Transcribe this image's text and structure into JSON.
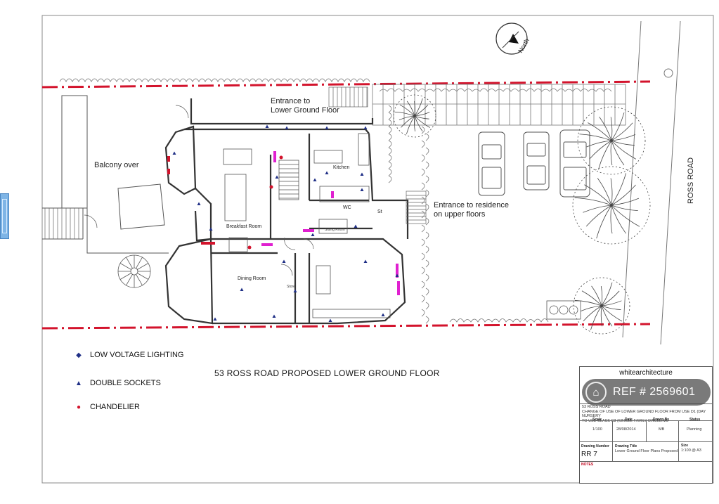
{
  "colors": {
    "boundary": "#d3132c",
    "wall": "#444444",
    "outline": "#777777",
    "socket": "#1f2f86",
    "chandelier": "#d3132c",
    "radiator": "#e020d0",
    "badge_bg": "#464646",
    "side_tab": "#7fb5e6"
  },
  "compass": {
    "label": "North",
    "icon": "north-arrow-icon"
  },
  "plan_labels": {
    "entrance_lower": "Entrance to\nLower Ground Floor",
    "balcony": "Balcony over",
    "kitchen": "Kitchen",
    "entrance_residence": "Entrance to residence\non upper floors",
    "wc": "WC",
    "store": "St",
    "breakfast_room": "Breakfast Room",
    "dining_room": "Dining Room",
    "sitting_room": "Sitting Room",
    "store2": "Store",
    "ross_road": "ROSS ROAD"
  },
  "legend": [
    {
      "label": "LOW VOLTAGE LIGHTING",
      "icon": "diamond-icon",
      "color": "#1f2f86"
    },
    {
      "label": "DOUBLE SOCKETS",
      "icon": "triangle-icon",
      "color": "#1f2f86"
    },
    {
      "label": "CHANDELIER",
      "icon": "dot-icon",
      "color": "#d3132c"
    }
  ],
  "drawing_title": "53  ROSS ROAD  PROPOSED LOWER GROUND FLOOR",
  "title_block": {
    "firm": "whitearchitecture",
    "description": "53 ROSS ROAD\nCHANGE OF USE OF LOWER GROUND FLOOR FROM USE D1 (DAY NURSERY\nTO USE CLASS C3 (SINGLE FAMILY DWELLING",
    "scale_label": "Scale",
    "scale_value": "1/100",
    "date_label": "Date",
    "date_value": "28/08/2014",
    "drawn_label": "Drawn By",
    "drawn_value": "MB",
    "status_label": "Status",
    "status_value": "Planning",
    "number_label": "Drawing Number",
    "number_value": "RR 7",
    "dtitle_label": "Drawing Title",
    "dtitle_value": "Lower Ground Floor Plans Proposed",
    "size_label": "Size",
    "size_value": "1:100 @ A3",
    "notes_label": "NOTES"
  },
  "badge": {
    "text": "REF # 2569601",
    "icon": "home-icon"
  }
}
